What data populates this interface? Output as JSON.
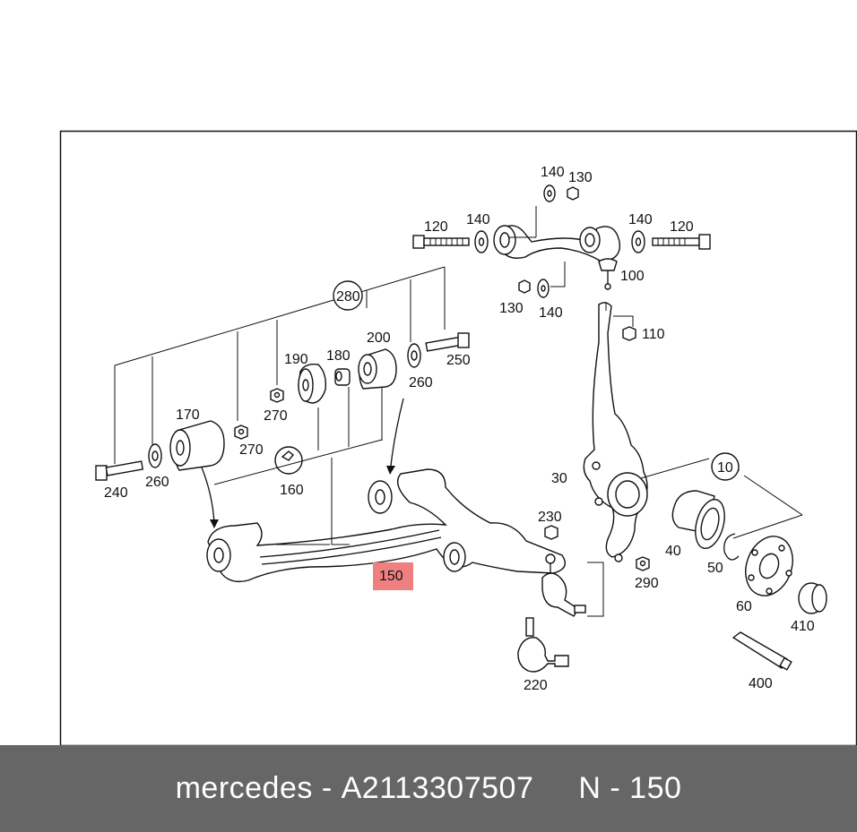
{
  "diagram": {
    "labels": {
      "l140a": "140",
      "l130a": "130",
      "l120a": "120",
      "l140b": "140",
      "l140c": "140",
      "l120b": "120",
      "l100": "100",
      "l130b": "130",
      "l140d": "140",
      "l110": "110",
      "l280": "280",
      "l200": "200",
      "l190": "190",
      "l180": "180",
      "l250": "250",
      "l270a": "270",
      "l260a": "260",
      "l170": "170",
      "l270b": "270",
      "l240": "240",
      "l260b": "260",
      "l160": "160",
      "l30": "30",
      "l10": "10",
      "l230": "230",
      "l40": "40",
      "l50": "50",
      "l150": "150",
      "l290": "290",
      "l60": "60",
      "l410": "410",
      "l220": "220",
      "l400": "400"
    },
    "highlight_color": "#f08080"
  },
  "footer": {
    "brand": "mercedes",
    "sep1": "-",
    "part_number": "A2113307507",
    "position_label": "N",
    "sep2": "-",
    "position_value": "150"
  }
}
